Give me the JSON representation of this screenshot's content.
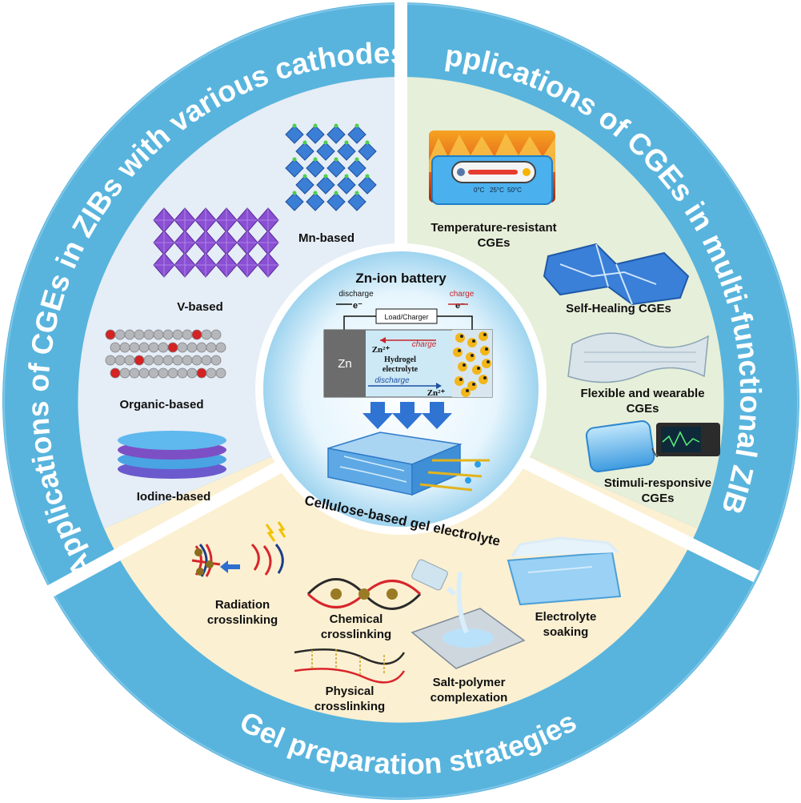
{
  "sectors": {
    "left": {
      "title": "Applications of CGEs in ZIBs with various cathodes",
      "items": [
        "Mn-based",
        "V-based",
        "Organic-based",
        "Iodine-based"
      ]
    },
    "right": {
      "title": "Applications of CGEs in multi-functional ZIBs",
      "items": [
        {
          "line1": "Temperature-resistant",
          "line2": "CGEs"
        },
        {
          "line1": "Self-Healing CGEs",
          "line2": ""
        },
        {
          "line1": "Flexible and wearable",
          "line2": "CGEs"
        },
        {
          "line1": "Stimuli-responsive",
          "line2": "CGEs"
        }
      ],
      "thermo_ticks": [
        "0°C",
        "25°C",
        "50°C"
      ]
    },
    "bottom": {
      "title": "Gel preparation strategies",
      "items": [
        {
          "line1": "Radiation",
          "line2": "crosslinking"
        },
        {
          "line1": "Chemical",
          "line2": "crosslinking"
        },
        {
          "line1": "Physical",
          "line2": "crosslinking"
        },
        {
          "line1": "Salt-polymer",
          "line2": "complexation"
        },
        {
          "line1": "Electrolyte",
          "line2": "soaking"
        }
      ]
    }
  },
  "center": {
    "title": "Zn-ion battery",
    "discharge": "discharge",
    "charge": "charge",
    "electron": "e⁻",
    "load": "Load/Charger",
    "anode": "Zn",
    "ion": "Zn²⁺",
    "electrolyte_line1": "Hydrogel",
    "electrolyte_line2": "electrolyte",
    "charge_arrow": "charge",
    "discharge_arrow": "discharge",
    "bottom_label": "Cellulose-based gel electrolyte"
  },
  "colors": {
    "ring": "#58b4dd",
    "left_bg": "#e5edf6",
    "right_bg": "#e6efd9",
    "bottom_bg": "#fbf0d2",
    "center_glow": "#cfeaf8"
  }
}
